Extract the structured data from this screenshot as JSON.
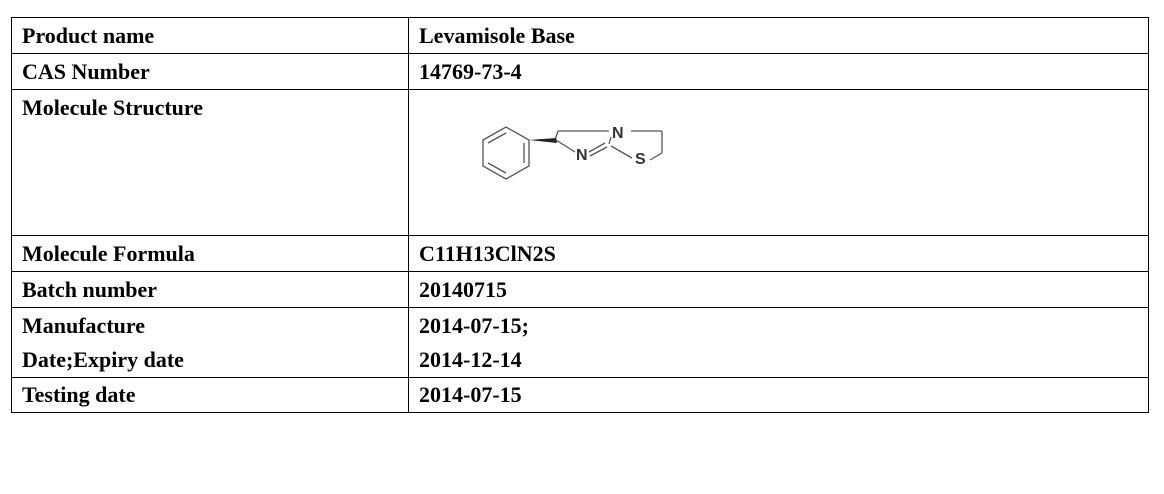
{
  "header_fragment": "",
  "table": {
    "rows": [
      {
        "label": "Product name",
        "value": "Levamisole Base"
      },
      {
        "label": "CAS Number",
        "value": "14769-73-4"
      },
      {
        "label": "Molecule Structure",
        "structure": {
          "atom_n1": "N",
          "atom_n2": "N",
          "atom_s": "S"
        }
      },
      {
        "label": "Molecule Formula",
        "value": "C11H13ClN2S"
      },
      {
        "label": "Batch number",
        "value": "20140715"
      },
      {
        "label_line1": "Manufacture",
        "label_line2": "Date;Expiry date",
        "value_line1": "2014-07-15;",
        "value_line2": "2014-12-14"
      },
      {
        "label": "Testing date",
        "value": "2014-07-15"
      }
    ]
  }
}
